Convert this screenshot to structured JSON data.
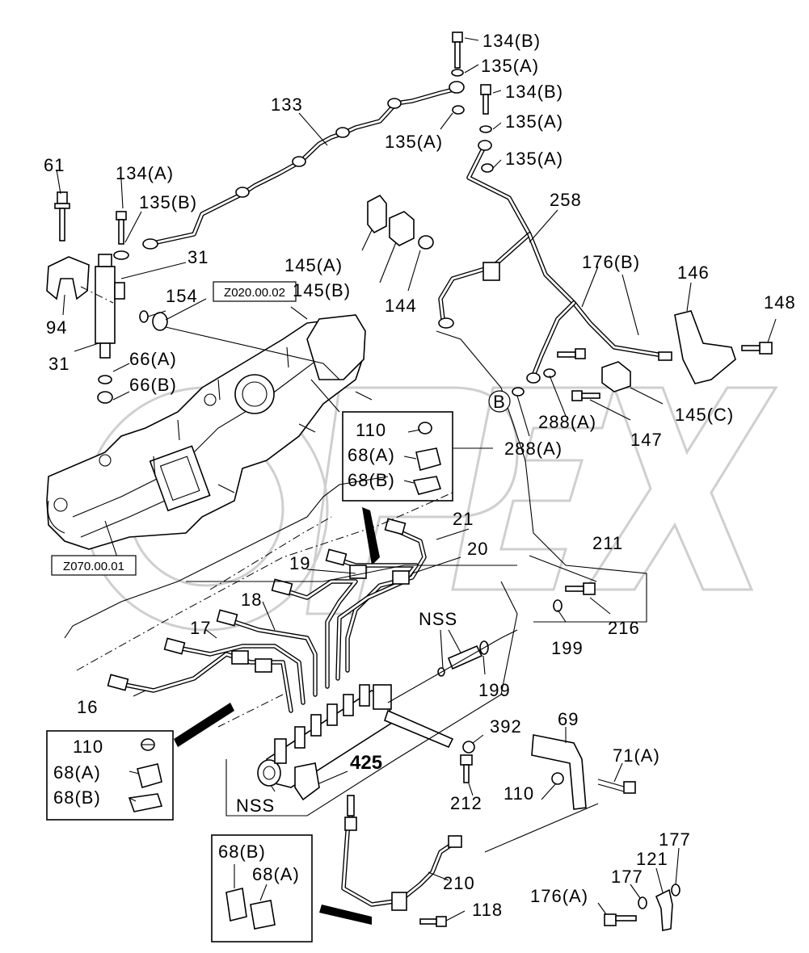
{
  "references": {
    "z020": "Z020.00.02",
    "z070": "Z070.00.01"
  },
  "labels": {
    "l61": "61",
    "l94": "94",
    "l31a": "31",
    "l31b": "31",
    "l154": "154",
    "l134a": "134(A)",
    "l135b": "135(B)",
    "l66a": "66(A)",
    "l66b": "66(B)",
    "l133": "133",
    "l134b_1": "134(B)",
    "l135a_1": "135(A)",
    "l135a_2": "135(A)",
    "l134b_2": "134(B)",
    "l135a_3": "135(A)",
    "l135a_4": "135(A)",
    "l258": "258",
    "l145a": "145(A)",
    "l145b": "145(B)",
    "l144": "144",
    "l176b": "176(B)",
    "l146": "146",
    "l148": "148",
    "lB": "B",
    "l288a_1": "288(A)",
    "l288a_2": "288(A)",
    "l145c": "145(C)",
    "l147": "147",
    "l211": "211",
    "l216": "216",
    "l199_1": "199",
    "l199_2": "199",
    "l21": "21",
    "l20": "20",
    "l19": "19",
    "l18": "18",
    "l17": "17",
    "l16": "16",
    "lNSS_1": "NSS",
    "lNSS_2": "NSS",
    "l425": "425",
    "l392": "392",
    "l212": "212",
    "l69": "69",
    "l71a": "71(A)",
    "l110_main": "110",
    "l210": "210",
    "l118": "118",
    "l177_1": "177",
    "l177_2": "177",
    "l121": "121",
    "l176a": "176(A)"
  },
  "callouts": {
    "box1": {
      "l110": "110",
      "l68a": "68(A)",
      "l68b": "68(B)"
    },
    "box2": {
      "l110": "110",
      "l68a": "68(A)",
      "l68b": "68(B)"
    },
    "box3": {
      "l68b": "68(B)",
      "l68a": "68(A)"
    }
  },
  "watermark": "OPEX"
}
